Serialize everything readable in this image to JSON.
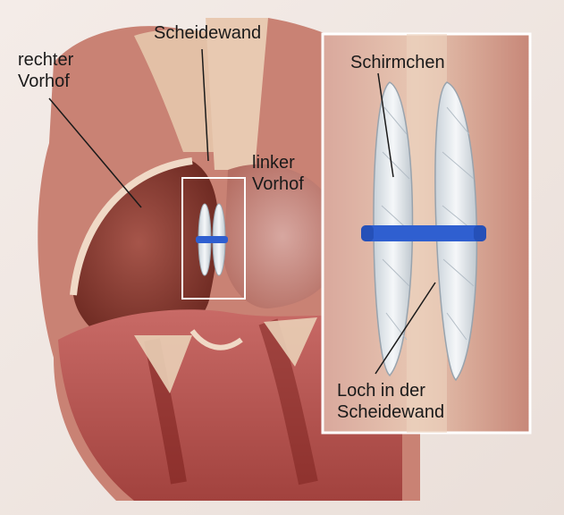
{
  "illustration": {
    "subject": "heart-with-septal-occluder",
    "colors": {
      "tissue": "#c97f70",
      "tissue_dark": "#8a3a2e",
      "septum": "#e8c7ae",
      "occluder": "#e9eef2",
      "occluder_pin": "#2f5fd0",
      "frame_outline": "#ffffff",
      "inset_border": "#ffffff"
    }
  },
  "labels": {
    "right_atrium": [
      "rechter",
      "Vorhof"
    ],
    "septum": "Scheidewand",
    "left_atrium": [
      "linker",
      "Vorhof"
    ],
    "umbrellas": "Schirmchen",
    "septal_hole": [
      "Loch in der",
      "Scheidewand"
    ]
  }
}
